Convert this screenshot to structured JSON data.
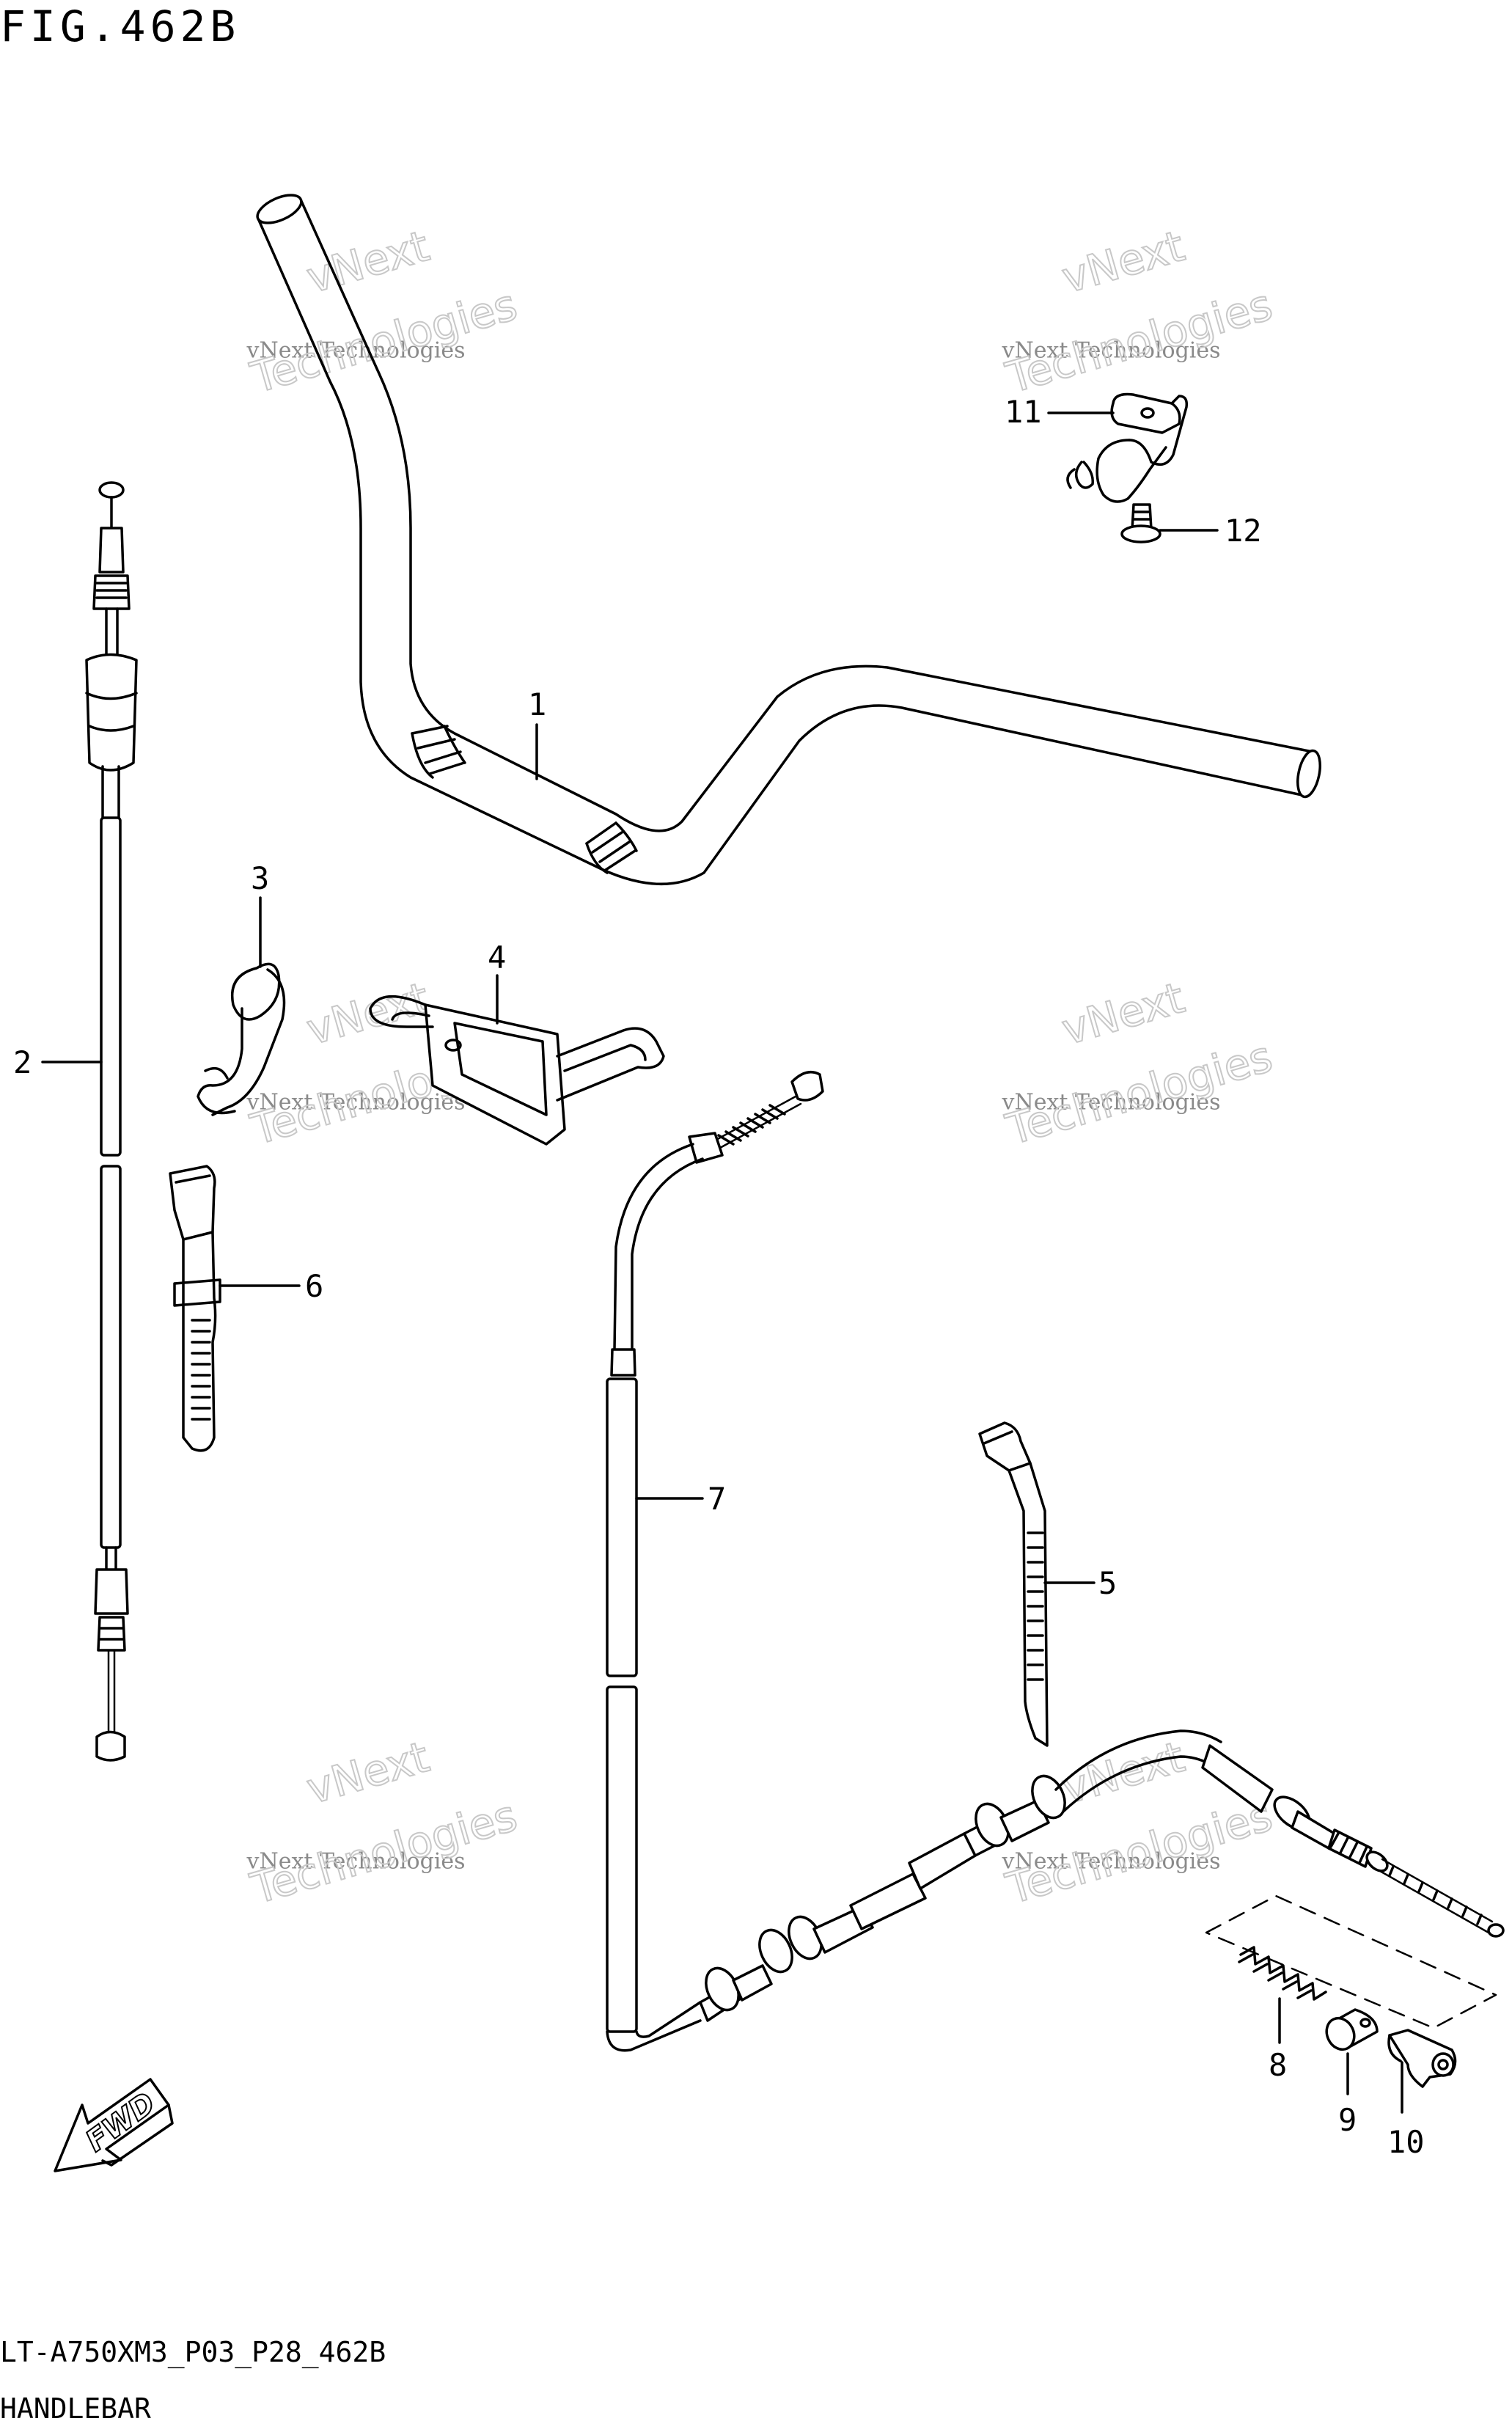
{
  "figure": {
    "title": "FIG.462B",
    "model_code": "LT-A750XM3_P03_P28_462B",
    "section_name": "HANDLEBAR"
  },
  "watermark": {
    "line1": "vNext",
    "line2": "vNext Technologies",
    "line3": "Technologies"
  },
  "fwd_label": "FWD",
  "callouts": [
    "1",
    "2",
    "3",
    "4",
    "5",
    "6",
    "7",
    "8",
    "9",
    "10",
    "11",
    "12"
  ]
}
